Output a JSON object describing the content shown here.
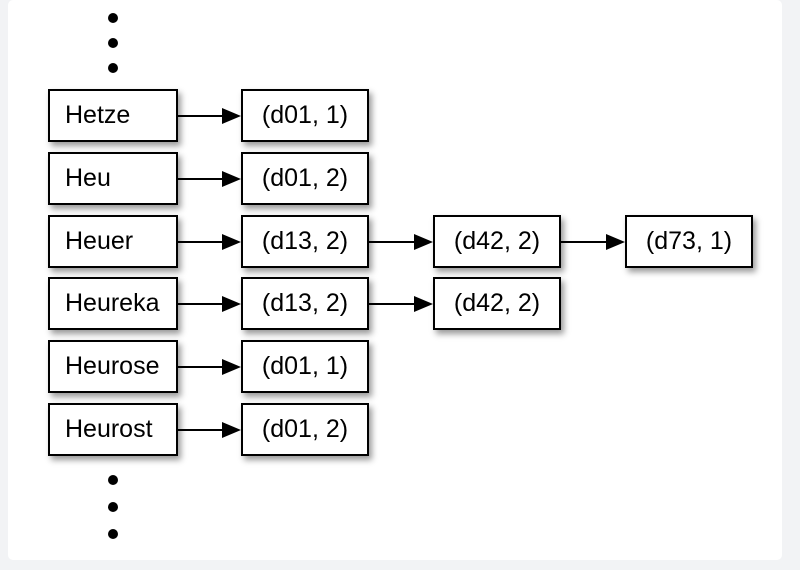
{
  "diagram": {
    "rows": [
      {
        "term": "Hetze",
        "postings": [
          "(d01, 1)"
        ]
      },
      {
        "term": "Heu",
        "postings": [
          "(d01, 2)"
        ]
      },
      {
        "term": "Heuer",
        "postings": [
          "(d13, 2)",
          "(d42, 2)",
          "(d73, 1)"
        ]
      },
      {
        "term": "Heureka",
        "postings": [
          "(d13, 2)",
          "(d42, 2)"
        ]
      },
      {
        "term": "Heurose",
        "postings": [
          "(d01, 1)"
        ]
      },
      {
        "term": "Heurost",
        "postings": [
          "(d01, 2)"
        ]
      }
    ],
    "ellipsis_top": {
      "icon": "vertical-ellipsis-icon",
      "dot_count": 3
    },
    "ellipsis_bottom": {
      "icon": "vertical-ellipsis-icon",
      "dot_count": 3
    },
    "colors": {
      "background": "#f2f3f5",
      "panel": "#ffffff",
      "box_fill": "#ffffff",
      "box_border": "#000000",
      "text": "#000000",
      "arrow": "#000000"
    }
  }
}
